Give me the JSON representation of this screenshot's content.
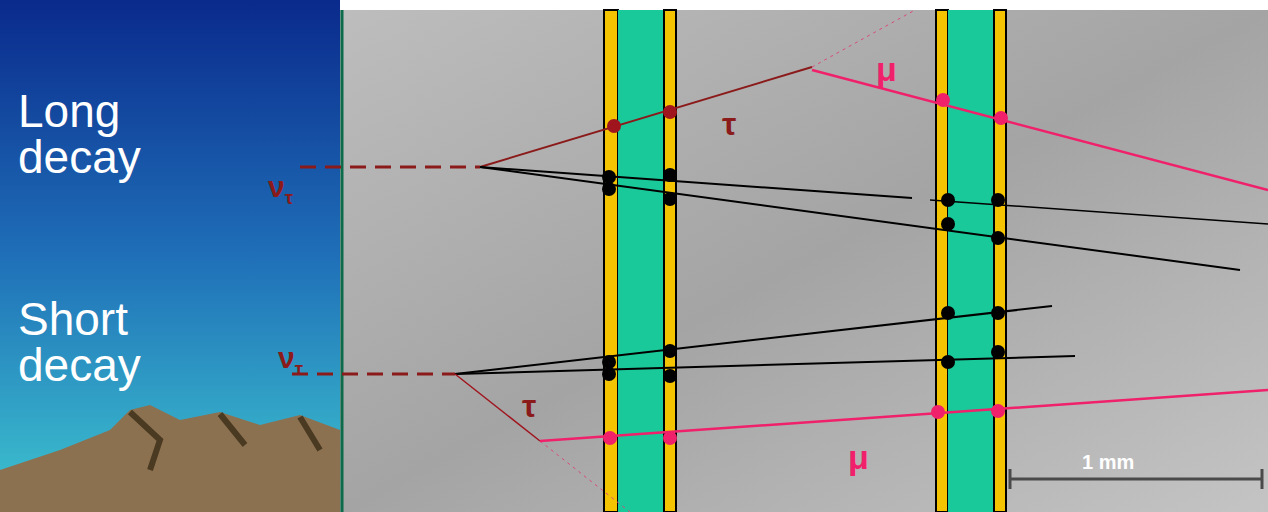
{
  "diagram": {
    "labels": [
      "Long decay",
      "Short decay",
      "ντ",
      "ντ",
      "τ",
      "τ",
      "μ",
      "μ",
      "1 mm"
    ]
  }
}
